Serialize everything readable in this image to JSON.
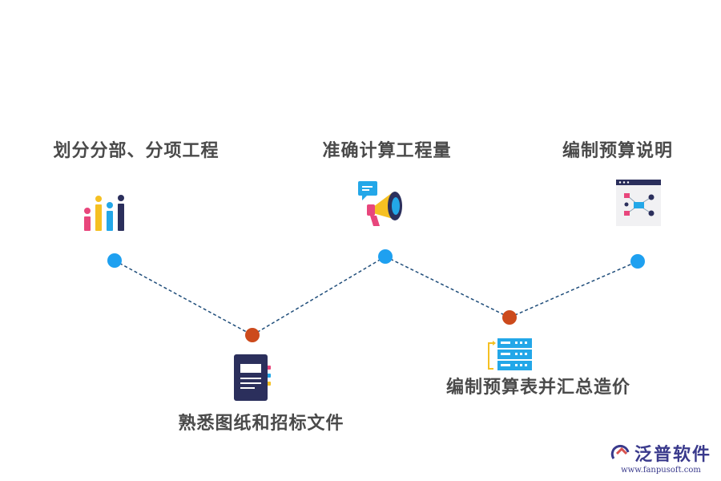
{
  "steps": [
    {
      "label": "划分分部、分项工程",
      "icon": "bar-chart-icon",
      "position": "top"
    },
    {
      "label": "熟悉图纸和招标文件",
      "icon": "document-icon",
      "position": "bottom"
    },
    {
      "label": "准确计算工程量",
      "icon": "megaphone-icon",
      "position": "top"
    },
    {
      "label": "编制预算表并汇总造价",
      "icon": "server-list-icon",
      "position": "bottom"
    },
    {
      "label": "编制预算说明",
      "icon": "flowchart-icon",
      "position": "top"
    }
  ],
  "colors": {
    "top_node": "#1ea0f0",
    "bottom_node": "#cc4a1c",
    "connector": "#1f4d7a",
    "label": "#4a4a4a"
  },
  "watermark": {
    "brand": "泛普软件",
    "url": "www.fanpusoft.com"
  }
}
